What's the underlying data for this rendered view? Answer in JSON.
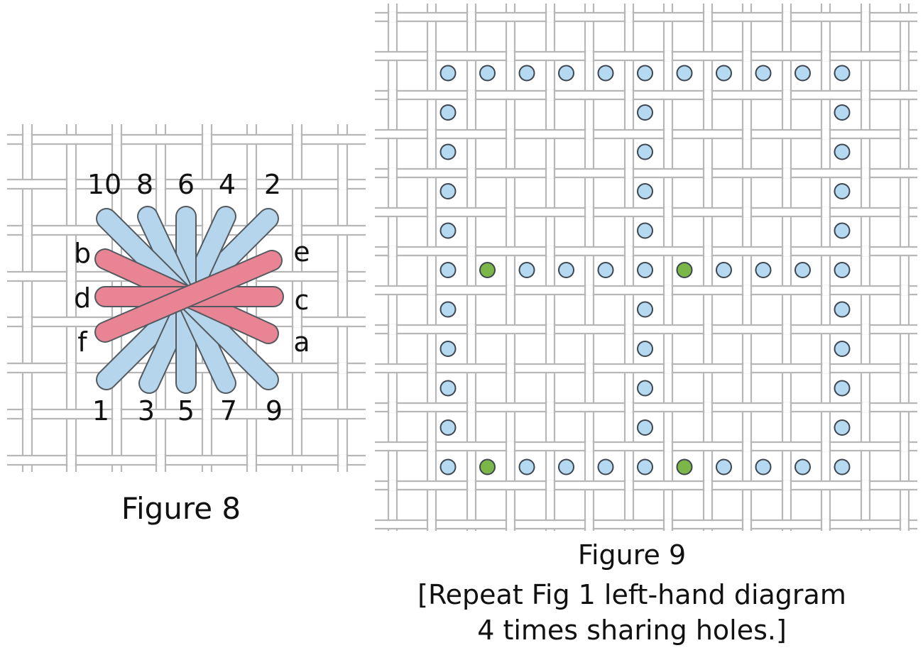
{
  "figure8": {
    "caption": "Figure 8",
    "top_labels": [
      "10",
      "8",
      "6",
      "4",
      "2"
    ],
    "bottom_labels": [
      "1",
      "3",
      "5",
      "7",
      "9"
    ],
    "left_labels": [
      "b",
      "d",
      "f"
    ],
    "right_labels": [
      "e",
      "c",
      "a"
    ],
    "colors": {
      "blue_stitch": "#b9dcf2",
      "red_stitch": "#f08796",
      "outline": "#555a60",
      "canvas_thread": "#b7b7b7"
    }
  },
  "figure9": {
    "caption": "Figure 9",
    "note_line1": "[Repeat Fig 1 left-hand diagram",
    "note_line2": "4 times sharing holes.]",
    "grid_size": 11,
    "green_holes": [
      [
        1,
        5
      ],
      [
        6,
        5
      ],
      [
        1,
        10
      ],
      [
        6,
        10
      ]
    ],
    "colors": {
      "blue_hole": "#b5d9f0",
      "green_hole": "#7ab648",
      "outline": "#3d4650",
      "canvas_thread": "#b7b7b7"
    }
  }
}
